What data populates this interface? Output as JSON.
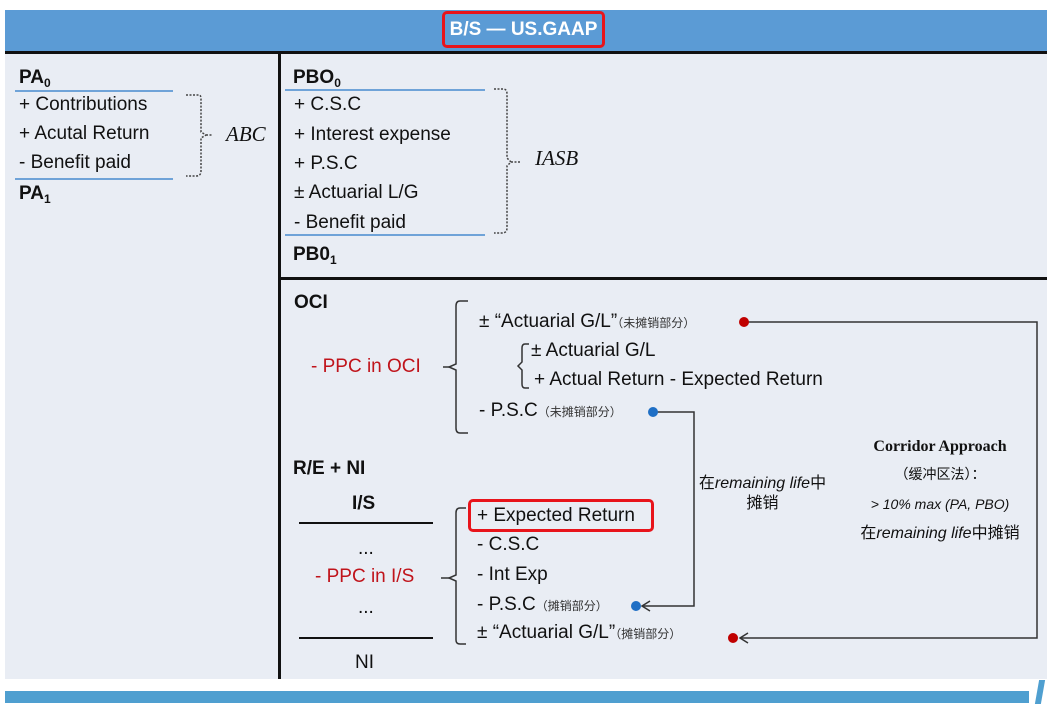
{
  "header": {
    "title": "B/S — US.GAAP"
  },
  "plan_assets": {
    "opening": "PA",
    "opening_sub": "0",
    "items": [
      "+ Contributions",
      "+ Acutal Return",
      "-  Benefit paid"
    ],
    "closing": "PA",
    "closing_sub": "1",
    "bracket_label": "ABC"
  },
  "pbo": {
    "opening": "PBO",
    "opening_sub": "0",
    "items": [
      "+ C.S.C",
      "+ Interest expense",
      "+ P.S.C",
      "± Actuarial L/G",
      "-  Benefit paid"
    ],
    "closing": "PB0",
    "closing_sub": "1",
    "bracket_label": "IASB"
  },
  "oci": {
    "heading": "OCI",
    "ppc_label": "- PPC in OCI",
    "items": [
      {
        "text": "± “Actuarial G/L”",
        "note": "（未摊销部分）"
      },
      {
        "text": "± Actuarial G/L"
      },
      {
        "text": "+ Actual Return - Expected Return"
      },
      {
        "text": "-  P.S.C",
        "note": "（未摊销部分）"
      }
    ]
  },
  "income_statement": {
    "re_heading": "R/E  + NI",
    "is_heading": "I/S",
    "ellipsis_top": "...",
    "ppc_label": "- PPC in I/S",
    "ellipsis_bottom": "...",
    "ni_label": "NI",
    "items": [
      {
        "text": "+ Expected Return",
        "highlighted": true
      },
      {
        "text": "-  C.S.C"
      },
      {
        "text": "-  Int Exp"
      },
      {
        "text": "-  P.S.C",
        "note": "（摊销部分）"
      },
      {
        "text": "± “Actuarial G/L”",
        "note": "（摊销部分）"
      }
    ]
  },
  "amortization_note": {
    "prefix": "在",
    "italic": "remaining life",
    "suffix": "中",
    "line2": "摊销"
  },
  "corridor": {
    "title": "Corridor Approach",
    "subtitle": "（缓冲区法）：",
    "rule": "> 10% max (PA, PBO)",
    "note_prefix": "在",
    "note_italic": "remaining life",
    "note_suffix": "中摊销"
  },
  "colors": {
    "header_blue": "#5b9bd5",
    "panel_bg": "#e9edf4",
    "highlight_red": "#e8141b",
    "ppc_red": "#c0141b",
    "dot_red": "#c00000",
    "dot_blue": "#1f6fc5"
  }
}
